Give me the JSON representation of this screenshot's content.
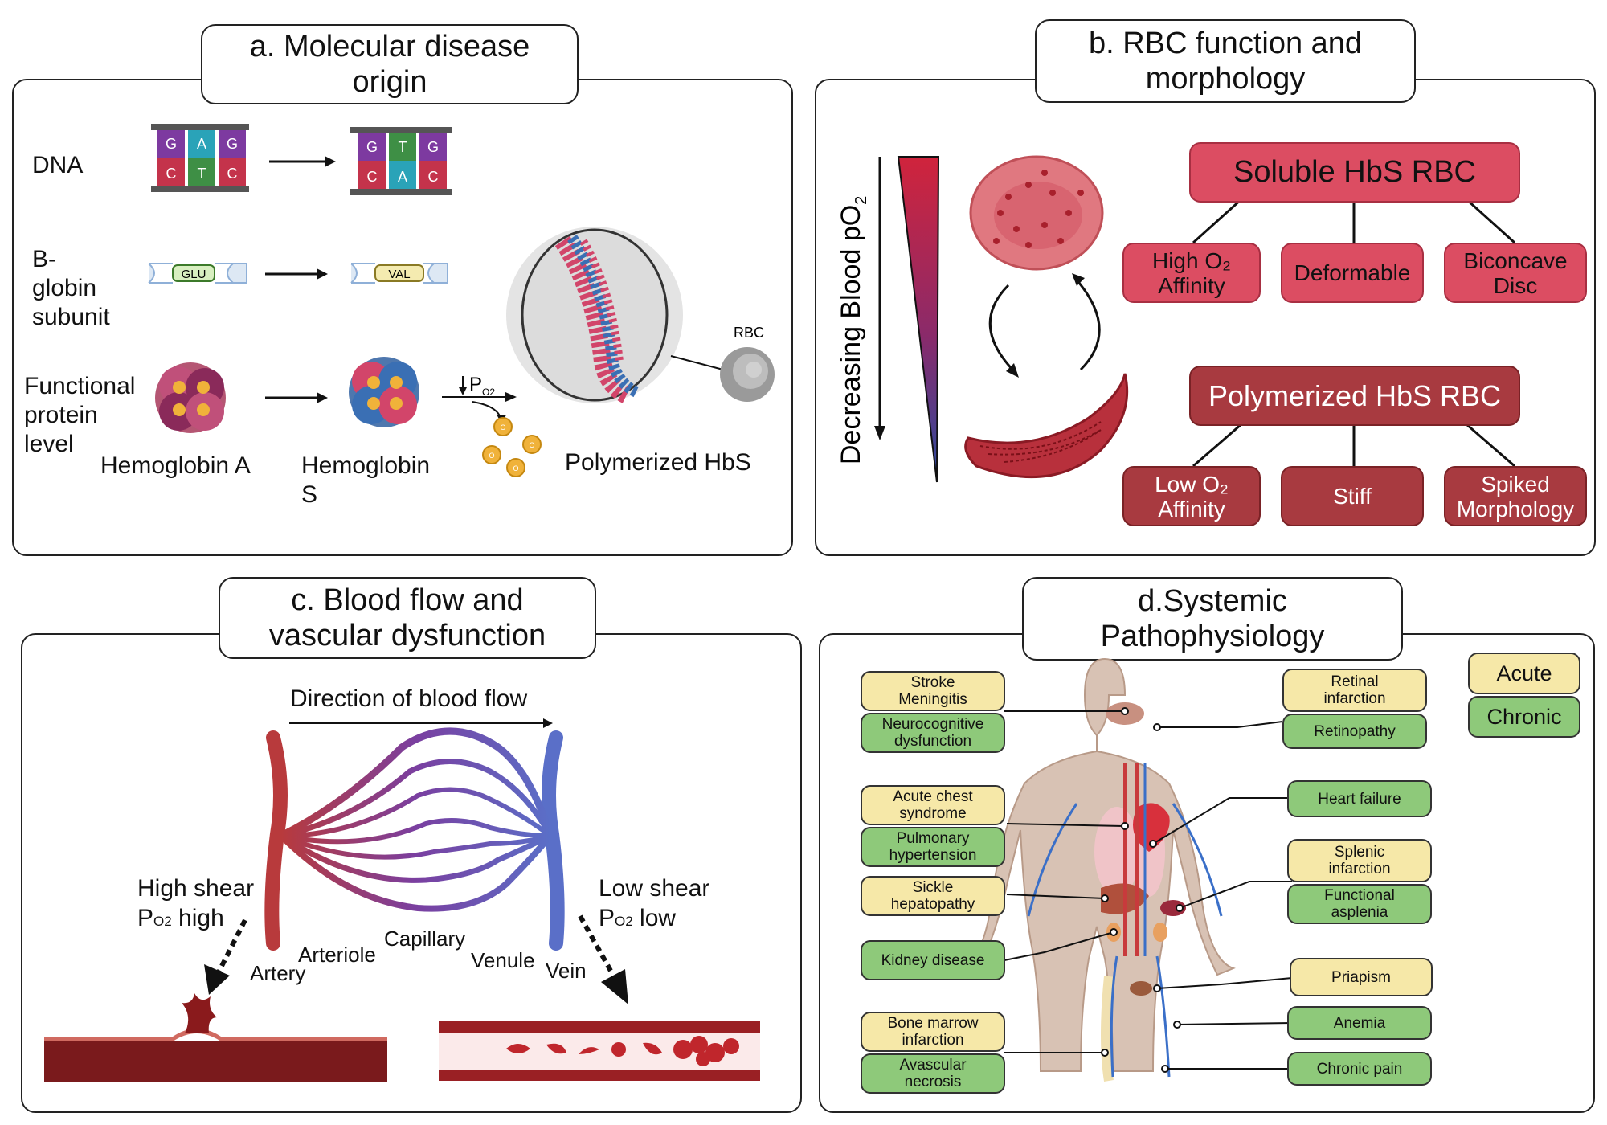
{
  "panel_a": {
    "title": "a. Molecular disease\norigin",
    "row_dna": "DNA",
    "row_globin": "B-\nglobin\nsubunit",
    "row_protein": "Functional\nprotein\nlevel",
    "dna_before_top": [
      "G",
      "A",
      "G"
    ],
    "dna_before_bottom": [
      "C",
      "T",
      "C"
    ],
    "dna_after_top": [
      "G",
      "T",
      "G"
    ],
    "dna_after_bottom": [
      "C",
      "A",
      "C"
    ],
    "glu": "GLU",
    "val": "VAL",
    "hba": "Hemoglobin A",
    "hbs": "Hemoglobin\nS",
    "po2": "P",
    "po2_sub": "O2",
    "o2": "O",
    "poly": "Polymerized HbS",
    "rbc": "RBC"
  },
  "panel_b": {
    "title": "b. RBC function and\nmorphology",
    "axis": "Decreasing Blood pO",
    "axis_sub": "2",
    "soluble": "Soluble HbS RBC",
    "soluble_children": [
      "High O₂\nAffinity",
      "Deformable",
      "Biconcave\nDisc"
    ],
    "polymerized": "Polymerized HbS RBC",
    "polymerized_children": [
      "Low O₂\nAffinity",
      "Stiff",
      "Spiked\nMorphology"
    ],
    "colors": {
      "pink": "#dc4d62",
      "maroon": "#a83a40"
    }
  },
  "panel_c": {
    "title": "c. Blood flow and\nvascular dysfunction",
    "direction": "Direction of blood flow",
    "high_shear": "High shear",
    "high_po2_p": "P",
    "high_po2_sub": "O2",
    "high_po2_rest": " high",
    "low_shear": "Low shear",
    "low_po2_p": "P",
    "low_po2_sub": "O2",
    "low_po2_rest": " low",
    "artery": "Artery",
    "arteriole": "Arteriole",
    "capillary": "Capillary",
    "venule": "Venule",
    "vein": "Vein"
  },
  "panel_d": {
    "title": "d.Systemic\nPathophysiology",
    "legend_acute": "Acute",
    "legend_chronic": "Chronic",
    "left_acute": [
      "Stroke\nMeningitis",
      "Acute chest\nsyndrome",
      "Sickle\nhepatopathy",
      "Bone marrow\ninfarction"
    ],
    "left_chronic": [
      "Neurocognitive\ndysfunction",
      "Pulmonary\nhypertension",
      "Kidney disease",
      "Avascular\nnecrosis"
    ],
    "right_acute": [
      "Retinal\ninfarction",
      "Splenic\ninfarction",
      "Priapism"
    ],
    "right_chronic": [
      "Retinopathy",
      "Heart failure",
      "Functional\nasplenia",
      "Anemia",
      "Chronic pain"
    ],
    "colors": {
      "acute": "#f6e8a8",
      "chronic": "#8ec97a"
    }
  }
}
